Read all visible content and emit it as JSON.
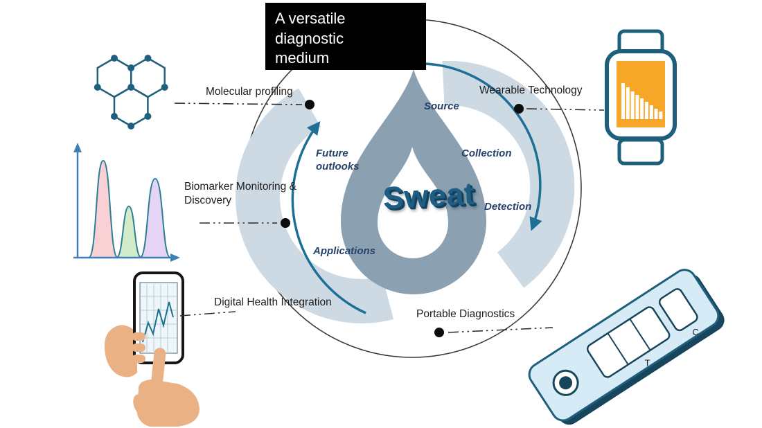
{
  "title": "A versatile diagnostic medium",
  "center": {
    "sweat_label": "Sweat",
    "stages": {
      "source": "Source",
      "collection": "Collection",
      "detection": "Detection",
      "applications": "Applications",
      "future_outlooks": "Future outlooks"
    }
  },
  "callouts": {
    "molecular_profiling": "Molecular profiling",
    "wearable_technology": "Wearable Technology",
    "biomarker_monitoring": "Biomarker Monitoring & Discovery",
    "digital_health": "Digital Health Integration",
    "portable_diagnostics": "Portable Diagnostics"
  },
  "cassette": {
    "c": "C",
    "t": "T"
  },
  "colors": {
    "teal_outline": "#1d5f7d",
    "navy_text": "#27426b",
    "droplet_gray": "#8ba0b0",
    "cycle_band": "#cdd9e3",
    "arrow_teal": "#1e6f96",
    "watch_screen_orange": "#f6a728",
    "title_bg": "#000000"
  },
  "icons": {
    "molecule": "molecule-icon",
    "chromatogram": "chromatogram-icon",
    "phone_hands": "phone-hands-icon",
    "smartwatch": "smartwatch-icon",
    "test_cassette": "test-cassette-icon"
  }
}
